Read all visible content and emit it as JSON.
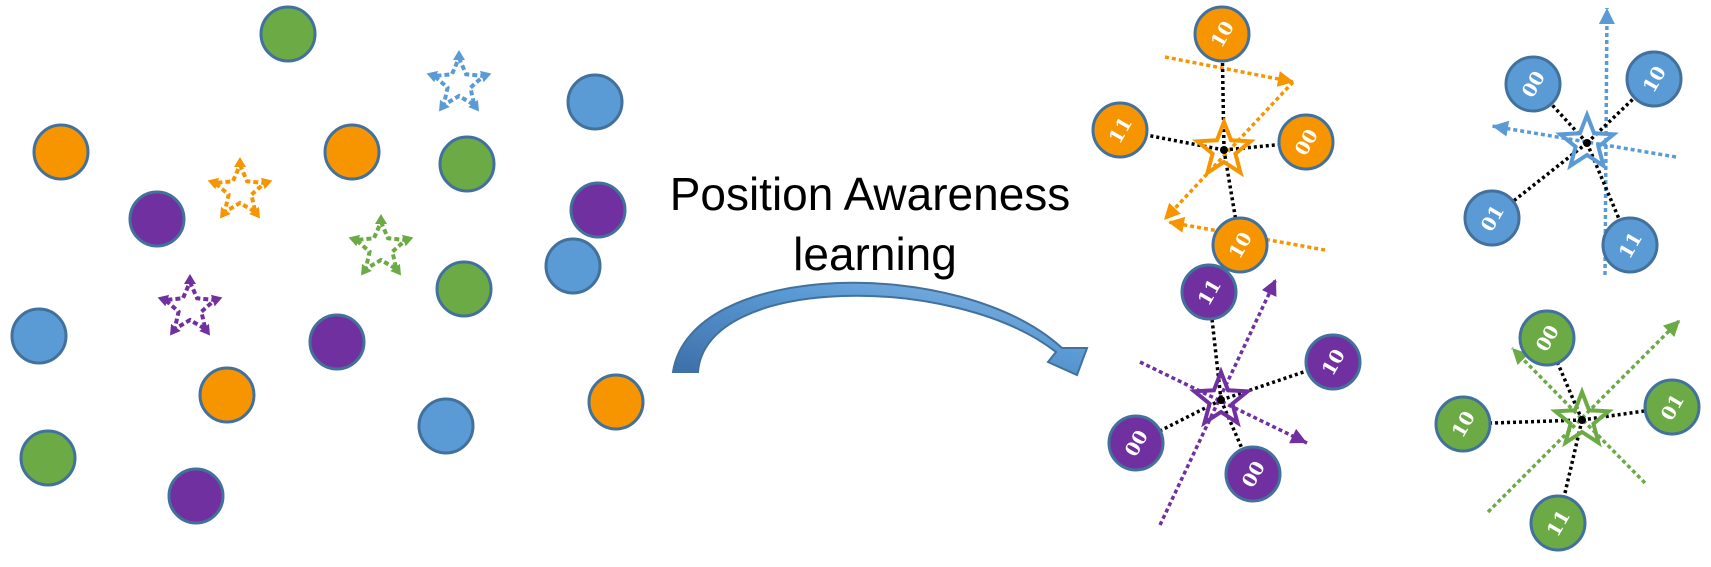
{
  "title": {
    "line1": "Position Awareness",
    "line2": "learning"
  },
  "colors": {
    "orange": "#F79501",
    "green": "#6BAA45",
    "blue": "#5B9BD5",
    "purple": "#7030A0",
    "outline": "#41719C",
    "dotted_link": "#000000",
    "arrow_fill": "#4E86C4"
  },
  "node_bits": {
    "orange": [
      "10",
      "11",
      "00",
      "10"
    ],
    "blue": [
      "00",
      "10",
      "01",
      "11"
    ],
    "purple": [
      "11",
      "10",
      "00",
      "00"
    ],
    "green": [
      "00",
      "01",
      "10",
      "11"
    ]
  }
}
